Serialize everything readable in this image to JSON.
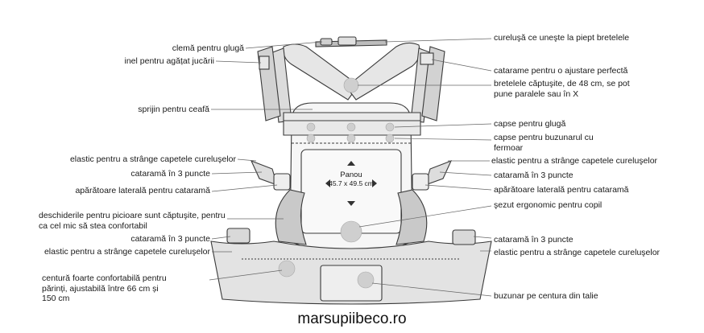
{
  "labels_left": [
    {
      "id": "hood-clip",
      "text": "clemă pentru glugă"
    },
    {
      "id": "toy-ring",
      "text": "inel pentru agățat jucării"
    },
    {
      "id": "neck-support",
      "text": "sprijin pentru ceafă"
    },
    {
      "id": "strap-elastic-left",
      "text": "elastic pentru a strânge capetele cureluşelor"
    },
    {
      "id": "buckle-3pt-left",
      "text": "cataramă în 3 puncte"
    },
    {
      "id": "buckle-guard-left",
      "text": "apărătoare laterală pentru cataramă"
    },
    {
      "id": "leg-openings",
      "text": "deschiderile pentru picioare sunt căptuşite, pentru ca cel mic să stea confortabil"
    },
    {
      "id": "waist-buckle-left",
      "text": "cataramă în 3 puncte"
    },
    {
      "id": "waist-elastic-left",
      "text": "elastic pentru a strânge capetele cureluşelor"
    },
    {
      "id": "waist-belt",
      "text": "centură foarte confortabilă pentru părinți, ajustabilă între 66 cm și 150 cm"
    }
  ],
  "labels_right": [
    {
      "id": "chest-strap",
      "text": "cureluşă ce uneşte la piept bretelele"
    },
    {
      "id": "adjust-buckles",
      "text": "catarame pentru o ajustare perfectă"
    },
    {
      "id": "padded-straps",
      "text": "bretelele căptuşite, de 48 cm, se pot pune paralele sau în X"
    },
    {
      "id": "hood-snaps",
      "text": "capse pentru glugă"
    },
    {
      "id": "pocket-snaps",
      "text": "capse pentru buzunarul cu fermoar"
    },
    {
      "id": "strap-elastic-right",
      "text": "elastic pentru a strânge capetele cureluşelor"
    },
    {
      "id": "buckle-3pt-right",
      "text": "cataramă în 3 puncte"
    },
    {
      "id": "buckle-guard-right",
      "text": "apărătoare laterală pentru cataramă"
    },
    {
      "id": "ergonomic-seat",
      "text": "şezut ergonomic pentru copil"
    },
    {
      "id": "waist-buckle-right",
      "text": "cataramă în 3 puncte"
    },
    {
      "id": "waist-elastic-right",
      "text": "elastic pentru a strânge capetele cureluşelor"
    },
    {
      "id": "belt-pocket",
      "text": "buzunar pe centura din talie"
    }
  ],
  "panel": {
    "title": "Panou",
    "size": "45.7 x 49.5 cm"
  },
  "footer": "marsupiibeco.ro",
  "colors": {
    "outline": "#3a3a3a",
    "fill_light": "#f4f4f4",
    "fill_mid": "#e2e2e2",
    "fill_dark": "#c9c9c9",
    "dot": "#cfcfcf",
    "leader": "#666666"
  }
}
